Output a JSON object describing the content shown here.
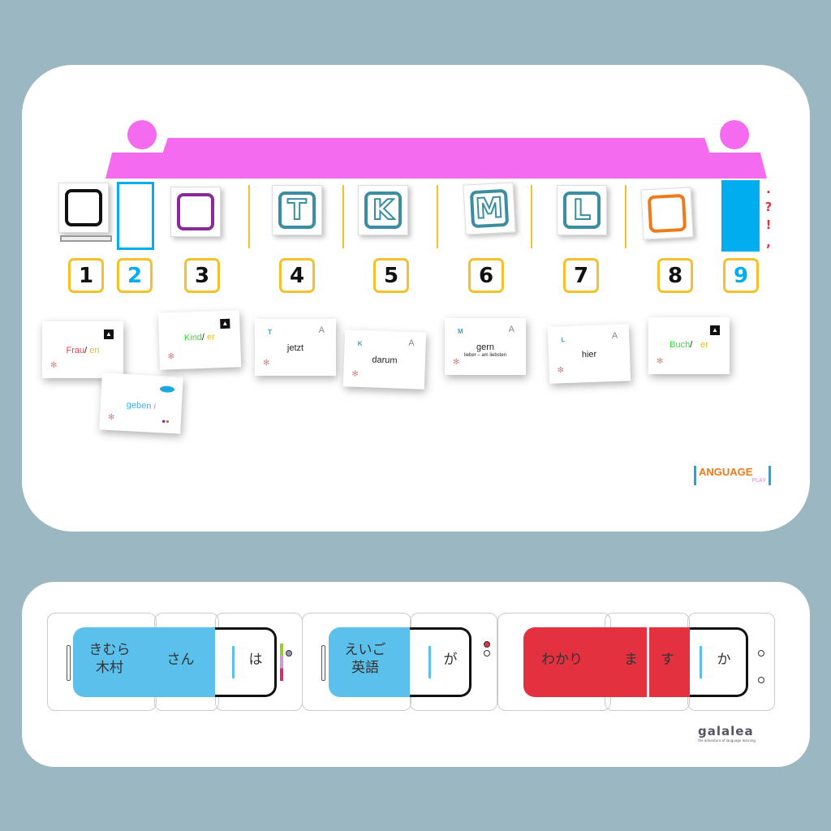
{
  "slots": {
    "numbers": [
      "1",
      "2",
      "3",
      "4",
      "5",
      "6",
      "7",
      "8",
      "9"
    ],
    "letters": [
      "T",
      "K",
      "M",
      "L"
    ],
    "punctuation": [
      ".",
      "?",
      "!",
      ","
    ]
  },
  "cards": [
    {
      "main": "Frau",
      "slash": "/",
      "suffix": " en"
    },
    {
      "main": "geben",
      "suffix": " i"
    },
    {
      "main": "Kind",
      "slash": "/",
      "suffix": " er"
    },
    {
      "letter": "T",
      "word": "jetzt"
    },
    {
      "letter": "K",
      "word": "darum"
    },
    {
      "letter": "M",
      "word": "gern",
      "sub": "lieber – am liebsten"
    },
    {
      "letter": "L",
      "word": "hier"
    },
    {
      "main": "Buch",
      "slash": "/",
      "suffix": " ¨ er"
    }
  ],
  "logo_top": {
    "main": "ANGUAGE",
    "sub": "PLAY"
  },
  "japanese": {
    "w1a": "きむら",
    "w1b": "木村",
    "w2": "さん",
    "p1": "は",
    "w3a": "えいご",
    "w3b": "英語",
    "p2": "が",
    "v1": "わかり",
    "v2": "ま",
    "v3": "す",
    "p3": "か"
  },
  "logo_bottom": {
    "main": "galalea",
    "tagline": "the adventure of language learning"
  },
  "colors": {
    "pink": "#f56bf0",
    "blue": "#00aeef",
    "yellow": "#f5c02a",
    "red": "#e3313f",
    "jp_blue": "#5bc0eb"
  }
}
